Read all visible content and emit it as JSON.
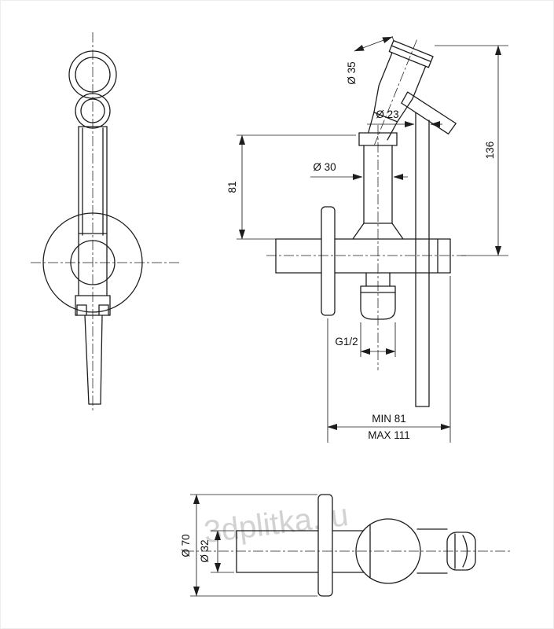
{
  "drawing": {
    "watermark": "3dplitka.ru",
    "dimensions": {
      "head_diameter": "Ø 35",
      "hose_diameter": "Ø 23",
      "holder_diameter": "Ø 30",
      "holder_height": "81",
      "total_height": "136",
      "outlet_thread": "G1/2",
      "depth_min": "MIN 81",
      "depth_max": "MAX 111",
      "flange_diameter": "Ø 70",
      "body_diameter": "Ø 32"
    }
  }
}
